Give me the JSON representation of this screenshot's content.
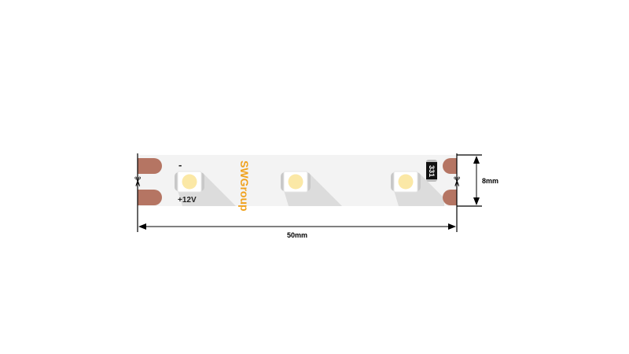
{
  "strip": {
    "brand": "SWGroup",
    "minus_label": "-",
    "voltage_label": "+12V",
    "resistor_code": "331",
    "led_count": 3
  },
  "dimensions": {
    "length_label": "50mm",
    "width_label": "8mm"
  },
  "colors": {
    "strip": "#f3f3f3",
    "pad": "#b57563",
    "led": "#fbe8a6",
    "brand": "#f0a21e",
    "shadow": "#d9d9d9"
  }
}
